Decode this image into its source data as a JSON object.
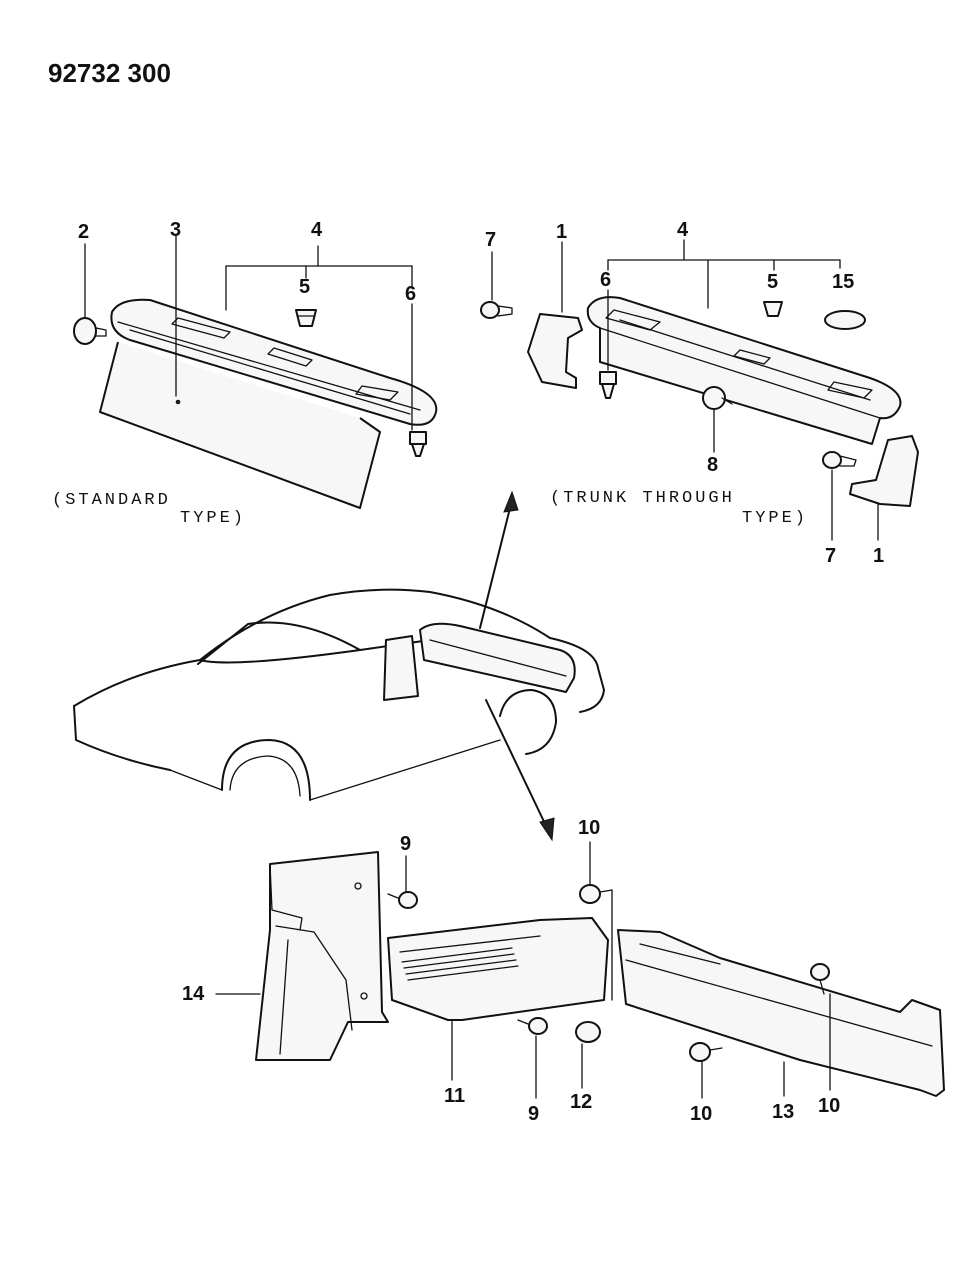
{
  "diagram": {
    "header_code": "92732 300",
    "captions": {
      "standard_line1": "(STANDARD",
      "standard_line2": "TYPE)",
      "trunk_line1": "(TRUNK THROUGH",
      "trunk_line2": "TYPE)"
    },
    "callouts": {
      "std_2": "2",
      "std_3": "3",
      "std_4": "4",
      "std_5": "5",
      "std_6": "6",
      "tt_7a": "7",
      "tt_1a": "1",
      "tt_4": "4",
      "tt_6": "6",
      "tt_5": "5",
      "tt_15": "15",
      "tt_8": "8",
      "tt_7b": "7",
      "tt_1b": "1",
      "bot_9a": "9",
      "bot_10a": "10",
      "bot_14": "14",
      "bot_11": "11",
      "bot_9b": "9",
      "bot_12": "12",
      "bot_10b": "10",
      "bot_13": "13",
      "bot_10c": "10"
    }
  }
}
